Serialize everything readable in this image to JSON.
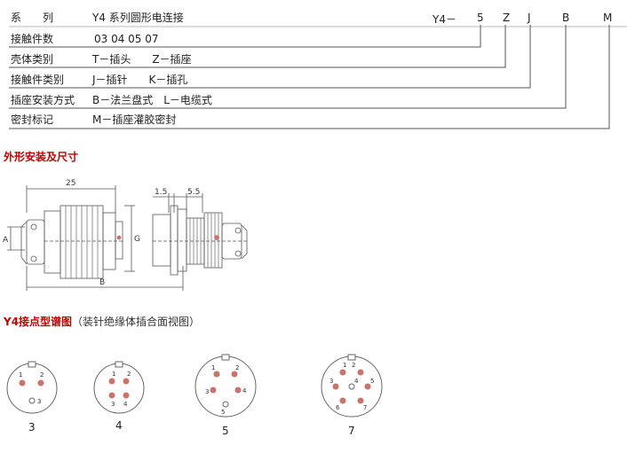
{
  "spec_table": {
    "rows": [
      {
        "label": "系　　列",
        "value": "Y4 系列圆形电连接"
      },
      {
        "label": "接触件数",
        "value": "03   04   05   07"
      },
      {
        "label": "壳体类别",
        "value": "T－插头　　Z－插座"
      },
      {
        "label": "接触件类别",
        "value": "J－插针　　K－插孔"
      },
      {
        "label": "插座安装方式",
        "value": "B－法兰盘式　L－电缆式"
      },
      {
        "label": "密封标记",
        "value": "M－插座灌胶密封"
      }
    ],
    "code_parts": [
      "Y4－",
      "5",
      "Z",
      "J",
      "B",
      "M"
    ]
  },
  "dimension_section": {
    "title": "外形安装及尺寸",
    "labels": {
      "overall_length": "25",
      "flange_thickness": "1.5",
      "flange_offset": "5.5",
      "dia_a": "A",
      "dia_g": "G",
      "length_b": "B"
    }
  },
  "pinout_section": {
    "title": "Y4接点型谱图",
    "note": "（装针绝缘体插合面视图）",
    "connectors": [
      {
        "count": "3",
        "pins": [
          "1",
          "2",
          "3"
        ]
      },
      {
        "count": "4",
        "pins": [
          "1",
          "2",
          "3",
          "4"
        ]
      },
      {
        "count": "5",
        "pins": [
          "1",
          "2",
          "3",
          "4",
          "5"
        ]
      },
      {
        "count": "7",
        "pins": [
          "1",
          "2",
          "3",
          "4",
          "5",
          "6",
          "7"
        ]
      }
    ]
  },
  "colors": {
    "accent": "#c00000",
    "pin": "#c8736b",
    "line": "#555555"
  }
}
